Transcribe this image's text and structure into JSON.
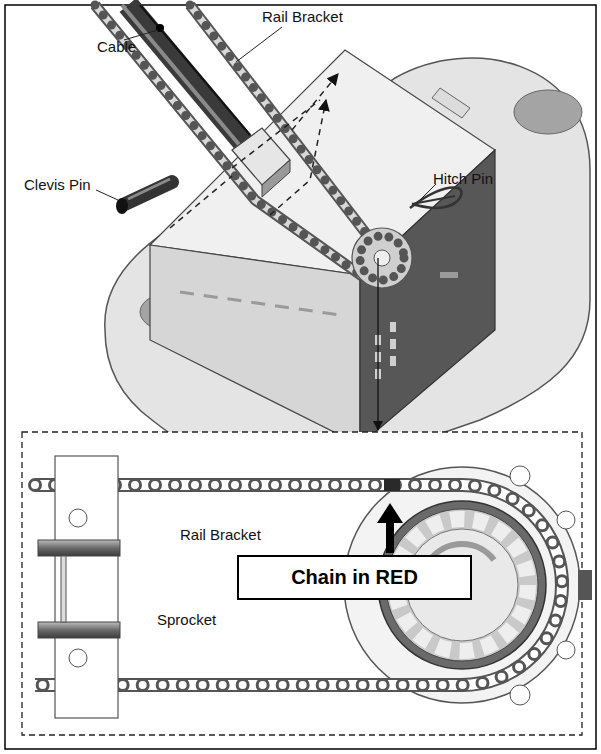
{
  "diagram": {
    "nodes": [
      {
        "text": [
          "Chain in RED"
        ]
      }
    ],
    "labels": [
      "Rail Bracket",
      "Cable",
      "Clevis Pin",
      "Hitch Pin",
      "Rail Bracket",
      "Sprocket"
    ]
  }
}
